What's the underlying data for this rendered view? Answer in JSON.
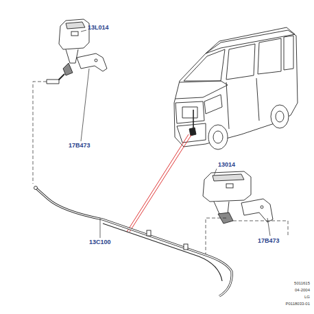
{
  "diagram": {
    "labels": [
      "13L014",
      "17B473",
      "13014",
      "17B473",
      "13C100",
      "5011615",
      "04-2004",
      "LG",
      "P0118033-01"
    ]
  }
}
